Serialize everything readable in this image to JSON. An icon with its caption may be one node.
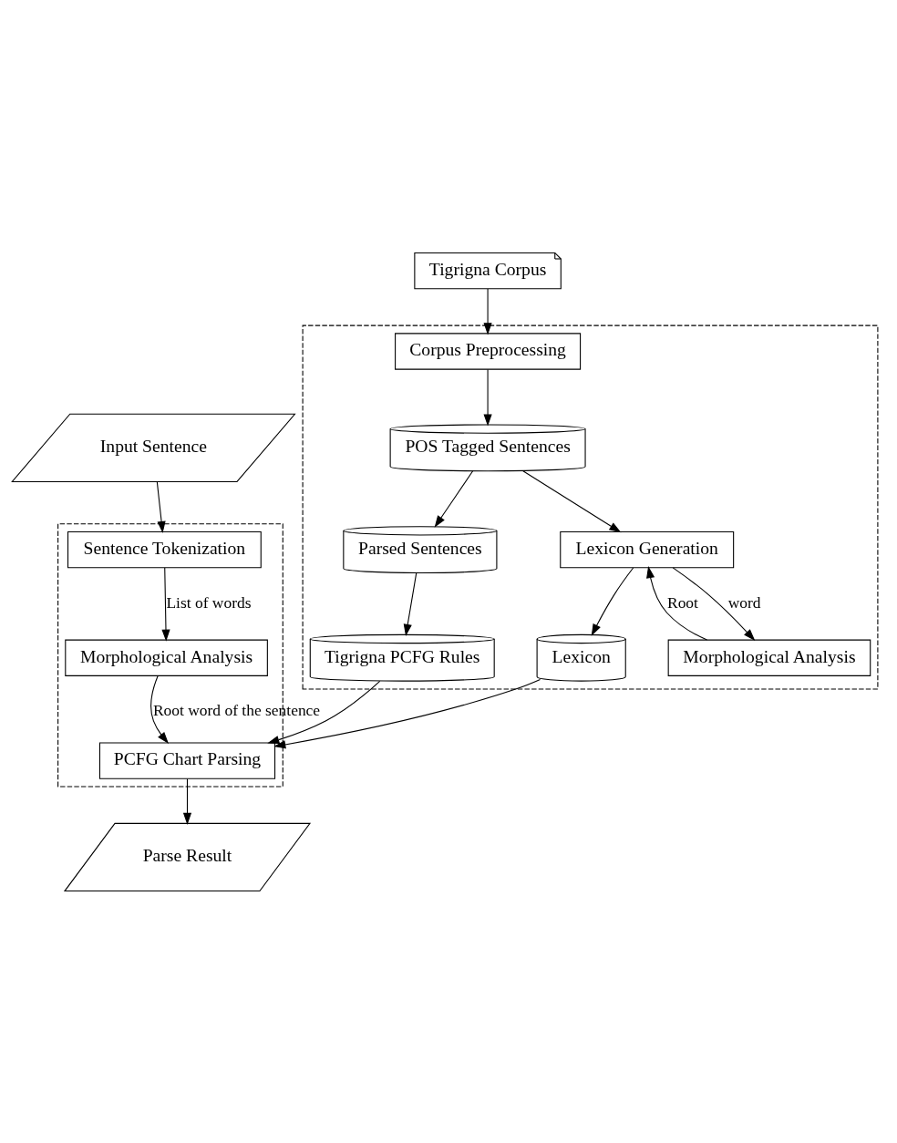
{
  "diagram": {
    "nodes": [
      {
        "text": [
          "Input Sentence"
        ]
      },
      {
        "text": [],
        "shape": "box"
      },
      {
        "text": [
          "Sentence Tokenization"
        ],
        "in": 1
      },
      {
        "text": [
          "Morphological Analysis"
        ],
        "in": 1
      },
      {
        "text": [
          "PCFG Chart Parsing"
        ],
        "in": 1
      },
      {
        "text": [
          "Tigrigna Corpus"
        ]
      },
      {
        "text": [],
        "shape": "box"
      },
      {
        "text": [
          "Corpus Preprocessing"
        ],
        "in": 6
      },
      {
        "text": [
          "Parsed Sentences"
        ],
        "in": 6
      },
      {
        "text": [
          "POS Tagged Sentences"
        ],
        "in": 6
      },
      {
        "text": [
          "Lexicon Generation"
        ],
        "in": 6
      },
      {
        "text": [
          "Tigrigna PCFG Rules"
        ],
        "in": 6
      },
      {
        "text": [
          "Morphological Analysis"
        ],
        "in": 6
      },
      {
        "text": [
          "Lexicon"
        ],
        "in": 6
      },
      {
        "text": [
          "Parse Result"
        ]
      }
    ],
    "edges": [
      {
        "from": 0,
        "to": 2,
        "arrow": "to"
      },
      {
        "from": 2,
        "to": 3,
        "arrow": "to",
        "label": "List of words"
      },
      {
        "from": 3,
        "to": 4,
        "arrow": "to",
        "label": "Root word of the sentence"
      },
      {
        "from": 11,
        "to": 4,
        "arrow": "to"
      },
      {
        "from": 13,
        "to": 4,
        "arrow": "to"
      },
      {
        "from": 4,
        "to": 14,
        "arrow": "to"
      },
      {
        "from": 5,
        "to": 7,
        "arrow": "to"
      },
      {
        "from": 7,
        "to": 9,
        "arrow": "to"
      },
      {
        "from": 9,
        "to": 8,
        "arrow": "to"
      },
      {
        "from": 8,
        "to": 11,
        "arrow": "to"
      },
      {
        "from": 9,
        "to": 10,
        "arrow": "to"
      },
      {
        "from": 10,
        "to": 12,
        "arrow": "to",
        "label": "word"
      },
      {
        "from": 12,
        "to": 10,
        "arrow": "to",
        "label": "Root"
      },
      {
        "from": 10,
        "to": 13,
        "arrow": "to"
      }
    ]
  }
}
